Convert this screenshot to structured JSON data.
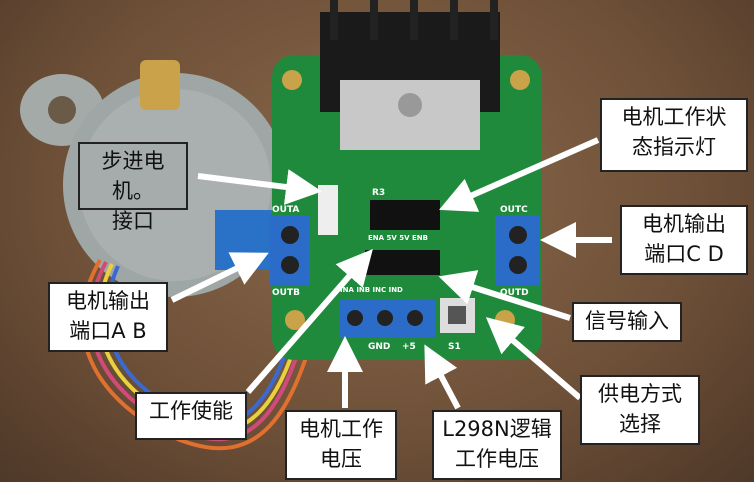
{
  "labels": {
    "stepper_port": [
      "步进电机。",
      "接口"
    ],
    "status_led": [
      "电机工作状",
      "态指示灯"
    ],
    "output_cd": [
      "电机输出",
      "端口C D"
    ],
    "output_ab": [
      "电机输出",
      "端口A B"
    ],
    "signal_input": [
      "信号输入"
    ],
    "enable": [
      "工作使能"
    ],
    "power_select": [
      "供电方式",
      "选择"
    ],
    "motor_voltage": [
      "电机工作",
      "电压"
    ],
    "logic_voltage": [
      "L298N逻辑",
      "工作电压"
    ]
  },
  "board_print": {
    "outa": "OUTA",
    "outb": "OUTB",
    "outc": "OUTC",
    "outd": "OUTD",
    "gnd": "GND",
    "v5": "+5",
    "s1": "S1",
    "r3": "R3",
    "pins": "ENA 5V 5V ENB",
    "inputs": "INA INB INC IND"
  }
}
